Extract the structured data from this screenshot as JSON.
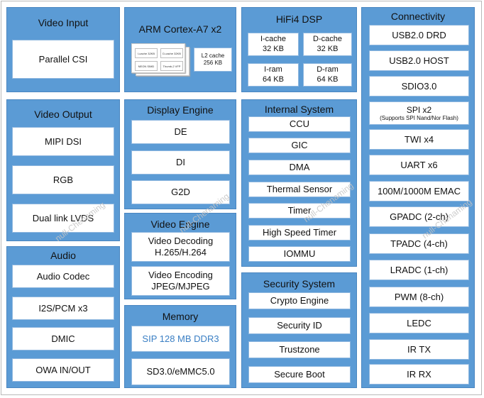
{
  "blocks": {
    "video_input": {
      "title": "Video Input",
      "items": [
        "Parallel CSI"
      ]
    },
    "arm": {
      "title": "ARM Cortex-A7 x2",
      "core_cells": [
        "I-cache 32KB",
        "D-cache 32KB",
        "NEON SIMD",
        "Thumb-2 VFP"
      ],
      "l2_line1": "L2 cache",
      "l2_line2": "256 KB"
    },
    "dsp": {
      "title": "HiFi4 DSP",
      "items": [
        {
          "l1": "I-cache",
          "l2": "32 KB"
        },
        {
          "l1": "D-cache",
          "l2": "32 KB"
        },
        {
          "l1": "I-ram",
          "l2": "64 KB"
        },
        {
          "l1": "D-ram",
          "l2": "64 KB"
        }
      ]
    },
    "connectivity": {
      "title": "Connectivity",
      "items": [
        "USB2.0 DRD",
        "USB2.0 HOST",
        "SDIO3.0"
      ],
      "spi_line1": "SPI x2",
      "spi_line2": "(Supports SPI Nand/Nor Flash)",
      "items2": [
        "TWI x4",
        "UART x6",
        "100M/1000M EMAC",
        "GPADC (2-ch)",
        "TPADC (4-ch)",
        "LRADC (1-ch)",
        "PWM (8-ch)",
        "LEDC",
        "IR TX",
        "IR RX"
      ]
    },
    "video_output": {
      "title": "Video Output",
      "items": [
        "MIPI DSI",
        "RGB",
        "Dual link LVDS"
      ]
    },
    "display_engine": {
      "title": "Display Engine",
      "items": [
        "DE",
        "DI",
        "G2D"
      ]
    },
    "internal_system": {
      "title": "Internal System",
      "items": [
        "CCU",
        "GIC",
        "DMA",
        "Thermal Sensor",
        "Timer",
        "High Speed Timer",
        "IOMMU"
      ]
    },
    "video_engine": {
      "title": "Video Engine",
      "items": [
        {
          "l1": "Video Decoding",
          "l2": "H.265/H.264"
        },
        {
          "l1": "Video Encoding",
          "l2": "JPEG/MJPEG"
        }
      ]
    },
    "audio": {
      "title": "Audio",
      "items": [
        "Audio Codec",
        "I2S/PCM x3",
        "DMIC",
        "OWA IN/OUT"
      ]
    },
    "memory": {
      "title": "Memory",
      "items": [
        "SIP 128 MB DDR3",
        "SD3.0/eMMC5.0"
      ]
    },
    "security": {
      "title": "Security System",
      "items": [
        "Crypto Engine",
        "Security ID",
        "Trustzone",
        "Secure Boot"
      ]
    }
  },
  "watermark": "null-Chenaming",
  "colors": {
    "block_fill": "#5b9bd5",
    "item_fill": "#ffffff",
    "memory_text": "#3a7fc4"
  }
}
